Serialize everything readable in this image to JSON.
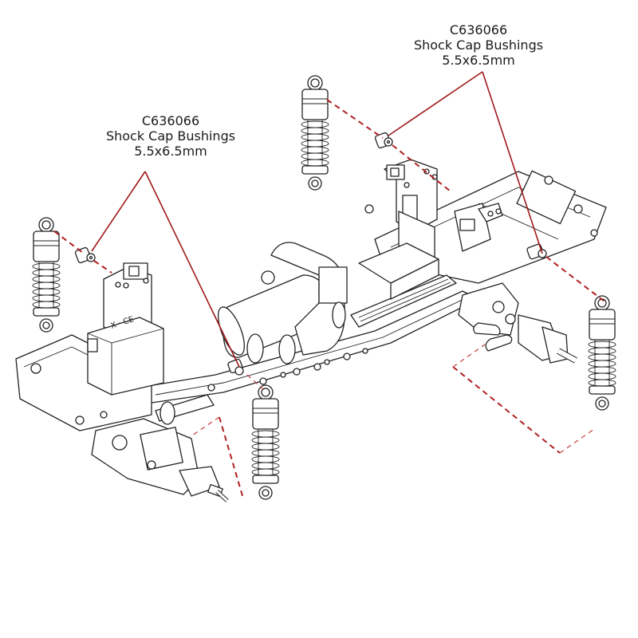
{
  "diagram": {
    "type": "exploded-assembly",
    "subject": "RC crawler chassis shock absorber installation",
    "callouts": [
      {
        "id": "callout-top-right",
        "part_number": "C636066",
        "part_name": "Shock Cap Bushings",
        "size": "5.5x6.5mm"
      },
      {
        "id": "callout-left",
        "part_number": "C636066",
        "part_name": "Shock Cap Bushings",
        "size": "5.5x6.5mm"
      }
    ],
    "components": [
      "rear-left-shock",
      "rear-right-shock",
      "front-left-shock",
      "front-right-shock",
      "shock-cap-bushing-rear",
      "shock-cap-bushing-front",
      "chassis-frame",
      "motor",
      "transmission",
      "servo",
      "front-axle",
      "rear-axle"
    ],
    "colors": {
      "line_art": "#222222",
      "leader_lines": "#a01818",
      "background": "#ffffff"
    }
  }
}
